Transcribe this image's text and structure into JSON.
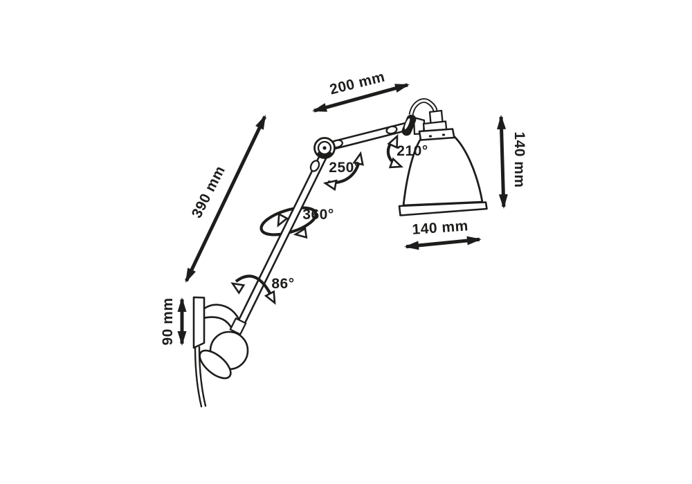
{
  "diagram": {
    "subject": "articulated-wall-lamp-dimension-drawing",
    "colors": {
      "line": "#1d1d1b",
      "background": "#ffffff"
    },
    "labels": {
      "dim_upper_arm": "200 mm",
      "dim_lower_arm": "390 mm",
      "dim_shade_height": "140 mm",
      "dim_shade_width": "140 mm",
      "dim_wall_mount": "90 mm",
      "angle_shade": "210°",
      "angle_elbow": "250°",
      "angle_arm_rotation": "360°",
      "angle_wall_joint": "86°"
    }
  }
}
